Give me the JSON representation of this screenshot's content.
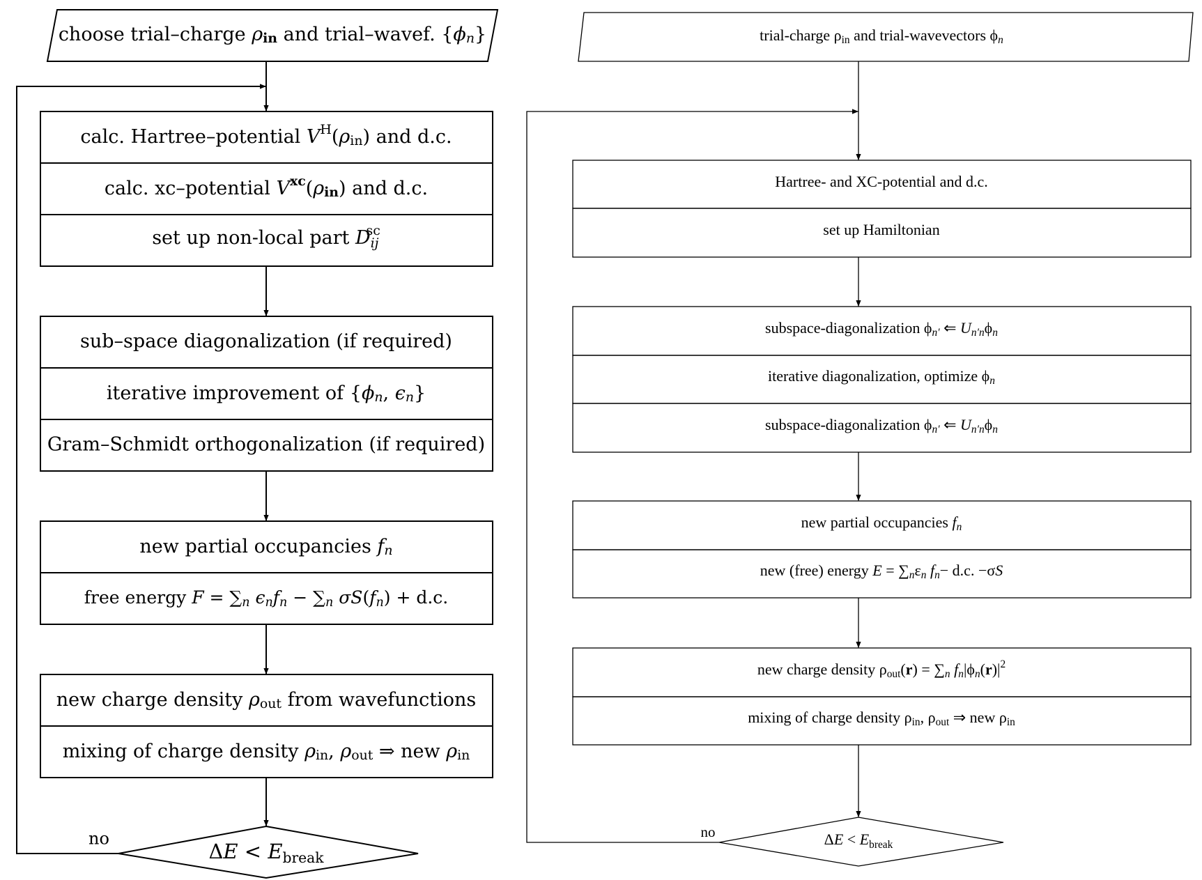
{
  "left": {
    "start": {
      "a": "choose trial–charge ",
      "rho": "ρ",
      "in": "in",
      "b": " and trial–wavef. {",
      "phi": "ϕ",
      "n": "n",
      "c": "}"
    },
    "hartree": {
      "a": "calc. Hartree–potential ",
      "V": "V",
      "H": "H",
      "p1": "(",
      "rho": "ρ",
      "in": "in",
      "p2": ") and d.c."
    },
    "xc": {
      "a": "calc. xc–potential ",
      "V": "V",
      "xc": "xc",
      "p1": "(",
      "rho": "ρ",
      "in": "in",
      "p2": ") and d.c."
    },
    "nonlocal": {
      "a": "set up non-local part ",
      "D": "D",
      "ij": "ij",
      "sc": "sc"
    },
    "subspace": "sub–space diagonalization (if required)",
    "iterative": {
      "a": "iterative improvement of {",
      "phi": "ϕ",
      "n1": "n",
      "comma": ", ",
      "eps": "ϵ",
      "n2": "n",
      "b": "}"
    },
    "gram": "Gram–Schmidt orthogonalization (if required)",
    "occupancies": {
      "a": "new partial occupancies ",
      "f": "f",
      "n": "n"
    },
    "free_energy": {
      "a": "free energy ",
      "F": "F",
      "eq": " = ∑",
      "n1": "n",
      "eps": " ϵ",
      "n2": "n",
      "f": "f",
      "n3": "n",
      "minus": " − ∑",
      "n4": "n",
      "sig": " σ",
      "S": "S",
      "p1": "(",
      "f2": "f",
      "n5": "n",
      "p2": ") + d.c."
    },
    "charge": {
      "a": "new charge density ",
      "rho": "ρ",
      "out": "out",
      "b": " from wavefunctions"
    },
    "mixing": {
      "a": "mixing of charge density ",
      "rho1": "ρ",
      "in1": "in",
      "comma": ", ",
      "rho2": "ρ",
      "out": "out",
      "arrow": " ⇒ new ",
      "rho3": "ρ",
      "in2": "in"
    },
    "decision": {
      "delta": "Δ",
      "E": "E",
      "lt": " < ",
      "E2": "E",
      "brk": "break"
    },
    "no_label": "no"
  },
  "right": {
    "start": {
      "a": "trial-charge ρ",
      "in": "in",
      "b": " and trial-wavevectors ϕ",
      "n": "n"
    },
    "hartree_xc": "Hartree- and XC-potential and d.c.",
    "hamiltonian": "set up Hamiltonian",
    "subspace1": {
      "a": "subspace-diagonalization ϕ",
      "np": "n′",
      "arrow": " ⇐ ",
      "U": "U",
      "npn": "n′n",
      "phi": "ϕ",
      "n": "n"
    },
    "iterative": {
      "a": "iterative diagonalization, optimize ϕ",
      "n": "n"
    },
    "subspace2": {
      "a": "subspace-diagonalization ϕ",
      "np": "n′",
      "arrow": " ⇐ ",
      "U": "U",
      "npn": "n′n",
      "phi": "ϕ",
      "n": "n"
    },
    "occupancies": {
      "a": "new partial occupancies ",
      "f": "f",
      "n": "n"
    },
    "energy": {
      "a": "new (free) energy ",
      "E": "E",
      "eq": " = ∑",
      "n1": "n",
      "eps": "ε",
      "n2": "n",
      "sp": " ",
      "f": "f",
      "n3": "n",
      "rest": "− d.c. −σ",
      "S": "S"
    },
    "charge": {
      "a": "new charge density ρ",
      "out": "out",
      "p1": "(",
      "r": "r",
      "p2": ") = ∑",
      "n1": "n",
      "sp": " ",
      "f": "f",
      "n2": "n",
      "bar": "|ϕ",
      "n3": "n",
      "p3": "(",
      "r2": "r",
      "p4": ")|",
      "two": "2"
    },
    "mixing": {
      "a": "mixing of charge density ρ",
      "in1": "in",
      "b": ", ρ",
      "out": "out",
      "c": " ⇒ new ρ",
      "in2": "in"
    },
    "decision": {
      "delta": "Δ",
      "E": "E",
      "lt": " < ",
      "E2": "E",
      "brk": "break"
    },
    "no_label": "no"
  }
}
